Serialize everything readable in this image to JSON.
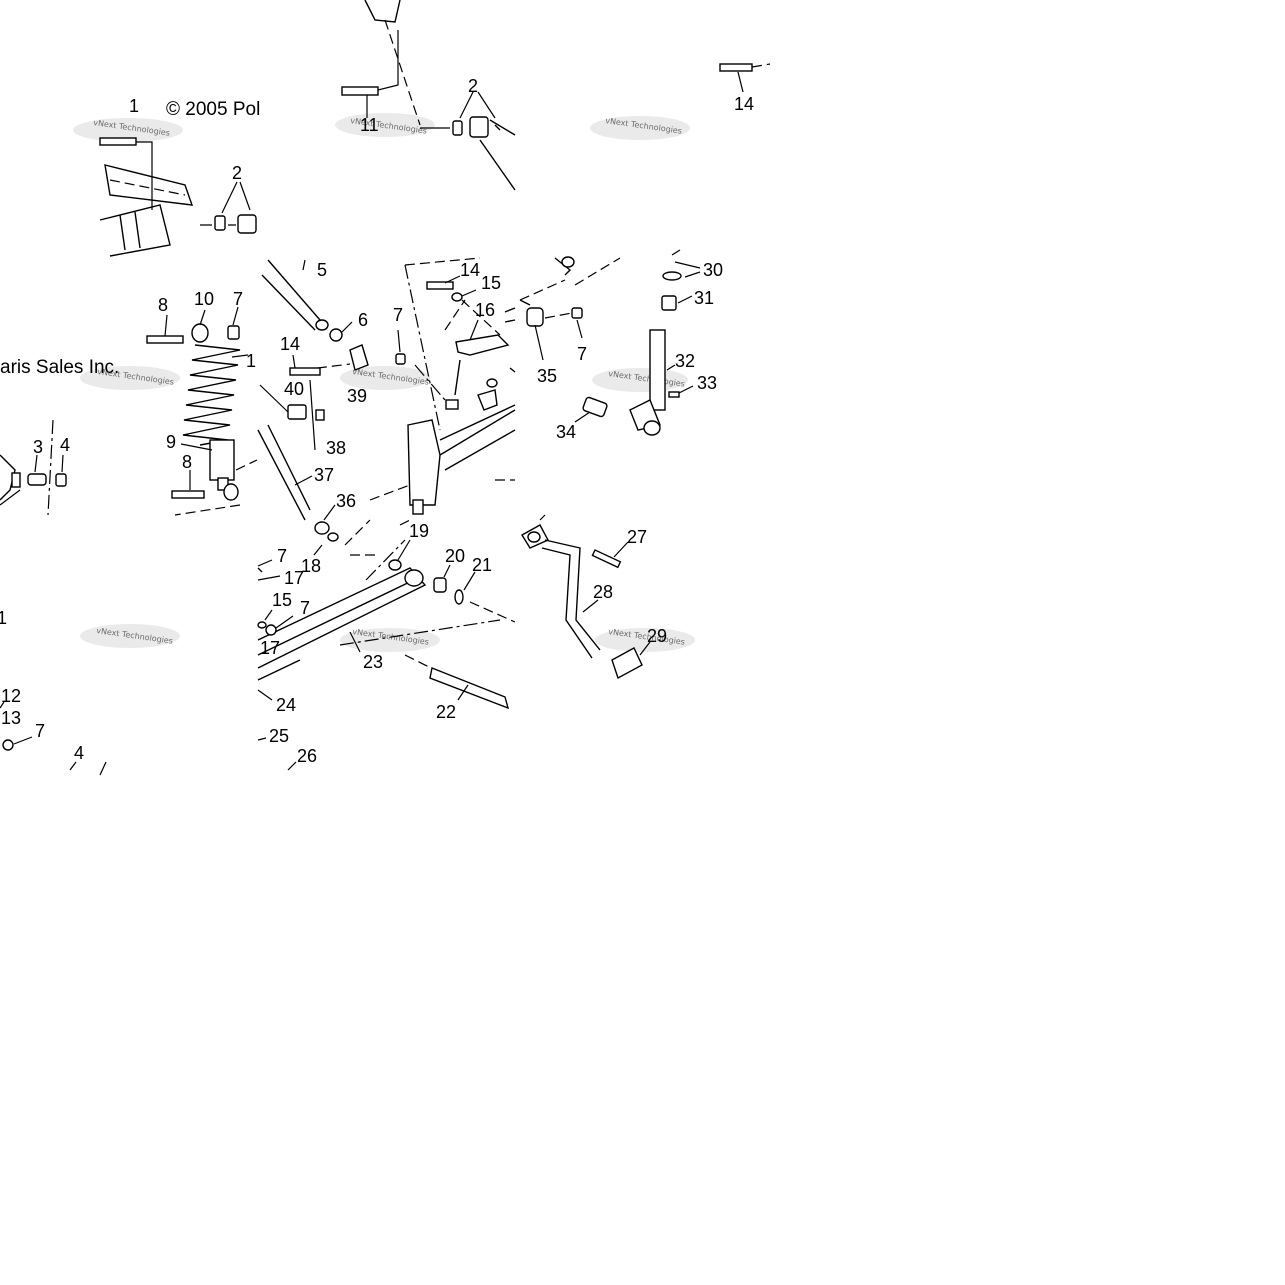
{
  "copyright": {
    "line1": "© 2005 Pol",
    "line2": "aris Sales Inc."
  },
  "watermark": {
    "text": "vNext Technologies"
  },
  "callouts": {
    "c1a": "1",
    "c1b": "1",
    "c2a": "2",
    "c2b": "2",
    "c3": "3",
    "c4a": "4",
    "c4b": "4",
    "c5": "5",
    "c6": "6",
    "c7a": "7",
    "c7b": "7",
    "c7c": "7",
    "c7d": "7",
    "c7e": "7",
    "c7f": "7",
    "c8a": "8",
    "c8b": "8",
    "c9": "9",
    "c10": "10",
    "c11a": "11",
    "c11b": "1",
    "c12": "12",
    "c13": "13",
    "c14a": "14",
    "c14b": "14",
    "c14c": "14",
    "c15a": "15",
    "c15b": "15",
    "c16": "16",
    "c17a": "17",
    "c17b": "17",
    "c18": "18",
    "c19": "19",
    "c20": "20",
    "c21": "21",
    "c22": "22",
    "c23": "23",
    "c24": "24",
    "c25": "25",
    "c26": "26",
    "c27": "27",
    "c28": "28",
    "c29": "29",
    "c30": "30",
    "c31": "31",
    "c32": "32",
    "c33": "33",
    "c34": "34",
    "c35": "35",
    "c36": "36",
    "c37": "37",
    "c38": "38",
    "c39": "39",
    "c40": "40"
  }
}
